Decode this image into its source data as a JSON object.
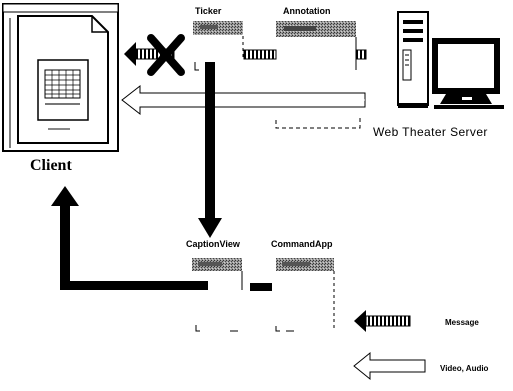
{
  "client": {
    "label": "Client"
  },
  "server": {
    "label": "Web Theater Server"
  },
  "modules": {
    "ticker": {
      "label": "Ticker"
    },
    "annotation": {
      "label": "Annotation"
    },
    "captionview": {
      "label": "CaptionView"
    },
    "commandapp": {
      "label": "CommandApp"
    }
  },
  "legend": {
    "message": {
      "label": "Message"
    },
    "video_audio": {
      "label": "Video, Audio"
    }
  },
  "colors": {
    "line": "#000000",
    "tab_gray": "#8c8c8c",
    "tab_dark": "#555555",
    "stream_arrow_fill": "#ffffff"
  }
}
